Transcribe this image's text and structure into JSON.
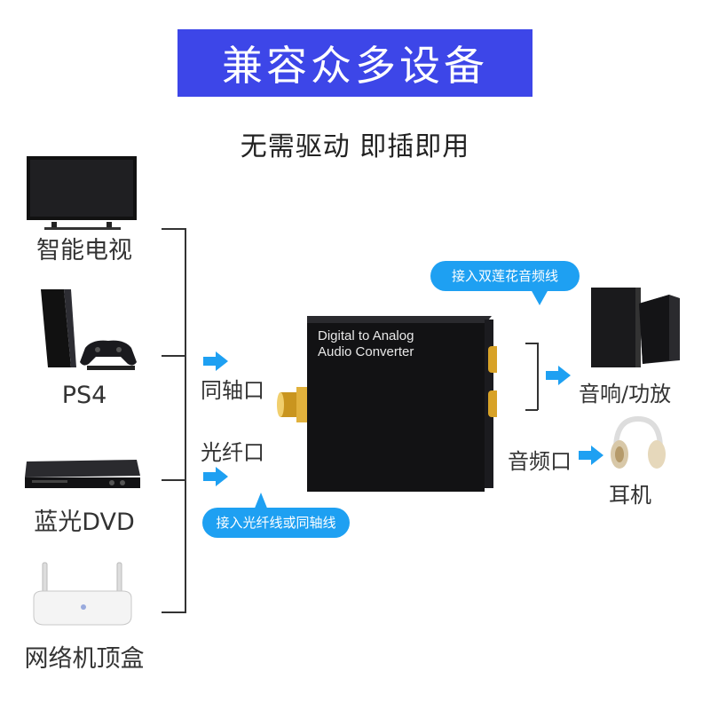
{
  "header": {
    "title": "兼容众多设备",
    "subtitle": "无需驱动 即插即用"
  },
  "devices": [
    {
      "label": "智能电视",
      "icon": "tv-icon"
    },
    {
      "label": "PS4",
      "icon": "game-console-icon"
    },
    {
      "label": "蓝光DVD",
      "icon": "dvd-player-icon"
    },
    {
      "label": "网络机顶盒",
      "icon": "set-top-box-icon"
    }
  ],
  "inputs": {
    "coaxial": "同轴口",
    "optical": "光纤口",
    "callout": "接入光纤线或同轴线"
  },
  "converter": {
    "line1": "Digital to Analog",
    "line2": "Audio Converter"
  },
  "outputs": {
    "rca_callout": "接入双莲花音频线",
    "speakers": "音响/功放",
    "audio_port": "音频口",
    "headphones": "耳机"
  },
  "colors": {
    "banner": "#3d46e8",
    "accent": "#1ea0f2",
    "gold": "#d8a227"
  }
}
